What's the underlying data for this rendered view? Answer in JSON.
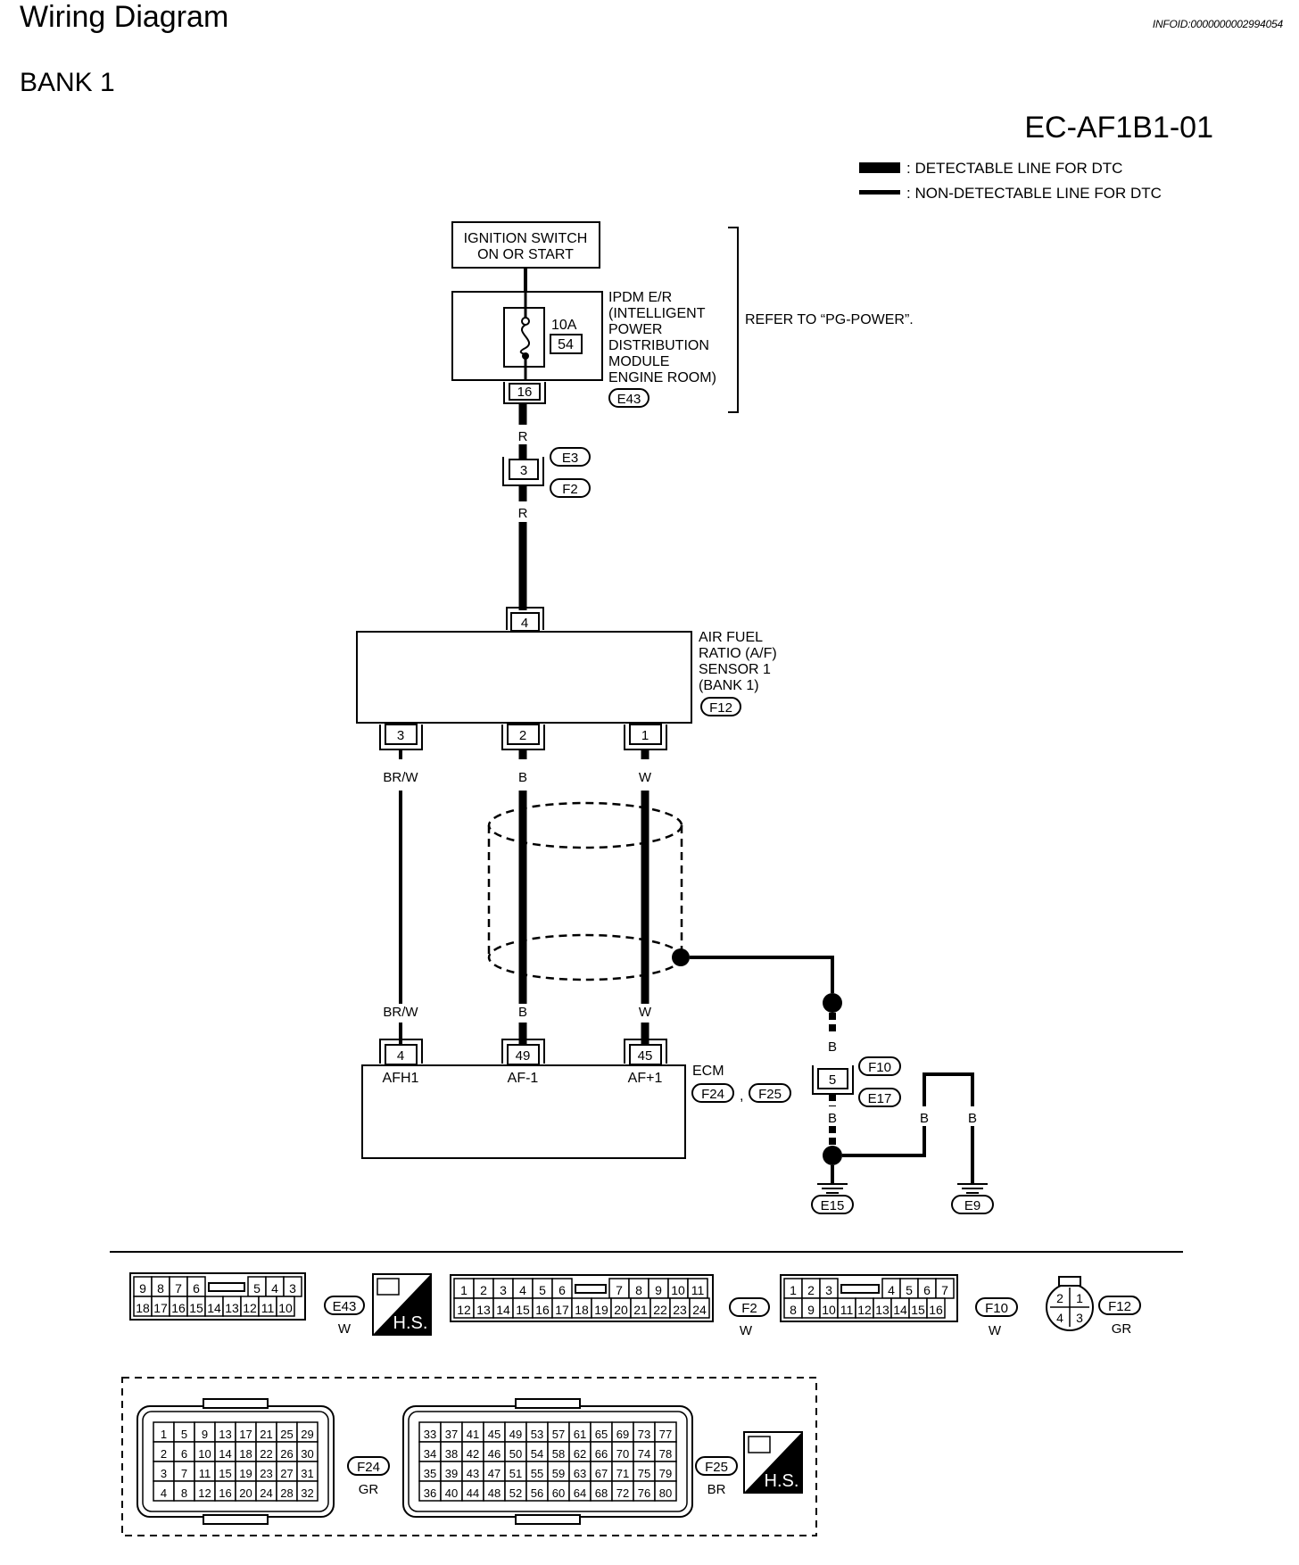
{
  "header": {
    "title": "Wiring Diagram",
    "info_id": "INFOID:0000000002994054",
    "subtitle": "BANK 1",
    "diagram_code": "EC-AF1B1-01"
  },
  "legend": {
    "detectable": ": DETECTABLE LINE FOR DTC",
    "non_detectable": ": NON-DETECTABLE LINE FOR DTC"
  },
  "ignition": {
    "line1": "IGNITION SWITCH",
    "line2": "ON OR START"
  },
  "ipdm": {
    "lines": [
      "IPDM E/R",
      "(INTELLIGENT",
      "POWER",
      "DISTRIBUTION",
      "MODULE",
      "ENGINE ROOM)"
    ],
    "fuse_amp": "10A",
    "fuse_no": "54",
    "terminal": "16",
    "connector": "E43",
    "refer": "REFER TO “PG-POWER”."
  },
  "joint_e3": {
    "terminal": "3",
    "conn_top": "E3",
    "conn_bottom": "F2"
  },
  "wire_colors": {
    "r": "R",
    "brw": "BR/W",
    "b": "B",
    "w": "W"
  },
  "sensor": {
    "lines": [
      "AIR FUEL",
      "RATIO (A/F)",
      "SENSOR 1",
      "(BANK 1)"
    ],
    "connector": "F12",
    "pin_top": "4",
    "pins": [
      "3",
      "2",
      "1"
    ]
  },
  "ecm": {
    "label": "ECM",
    "connectors": [
      "F24",
      "F25"
    ],
    "comma": ",",
    "pins": [
      "4",
      "49",
      "45"
    ],
    "pin_names": [
      "AFH1",
      "AF-1",
      "AF+1"
    ]
  },
  "ground": {
    "joint_terminal": "5",
    "conn_top": "F10",
    "conn_bottom": "E17",
    "ground1": "E15",
    "ground2": "E9"
  },
  "connectors": {
    "e43": {
      "top": [
        "9",
        "8",
        "7",
        "6",
        "5",
        "4",
        "3"
      ],
      "bottom": [
        "18",
        "17",
        "16",
        "15",
        "14",
        "13",
        "12",
        "11",
        "10"
      ],
      "id": "E43",
      "color": "W"
    },
    "f2": {
      "top": [
        "1",
        "2",
        "3",
        "4",
        "5",
        "6",
        "7",
        "8",
        "9",
        "10",
        "11"
      ],
      "bottom": [
        "12",
        "13",
        "14",
        "15",
        "16",
        "17",
        "18",
        "19",
        "20",
        "21",
        "22",
        "23",
        "24"
      ],
      "id": "F2",
      "color": "W"
    },
    "f10": {
      "top": [
        "1",
        "2",
        "3",
        "4",
        "5",
        "6",
        "7"
      ],
      "bottom": [
        "8",
        "9",
        "10",
        "11",
        "12",
        "13",
        "14",
        "15",
        "16"
      ],
      "id": "F10",
      "color": "W"
    },
    "f12": {
      "pins": [
        "2",
        "1",
        "4",
        "3"
      ],
      "id": "F12",
      "color": "GR"
    },
    "f24": {
      "id": "F24",
      "color": "GR",
      "rows": [
        [
          "1",
          "5",
          "9",
          "13",
          "17",
          "21",
          "25",
          "29"
        ],
        [
          "2",
          "6",
          "10",
          "14",
          "18",
          "22",
          "26",
          "30"
        ],
        [
          "3",
          "7",
          "11",
          "15",
          "19",
          "23",
          "27",
          "31"
        ],
        [
          "4",
          "8",
          "12",
          "16",
          "20",
          "24",
          "28",
          "32"
        ]
      ]
    },
    "f25": {
      "id": "F25",
      "color": "BR",
      "rows": [
        [
          "33",
          "37",
          "41",
          "45",
          "49",
          "53",
          "57",
          "61",
          "65",
          "69",
          "73",
          "77"
        ],
        [
          "34",
          "38",
          "42",
          "46",
          "50",
          "54",
          "58",
          "62",
          "66",
          "70",
          "74",
          "78"
        ],
        [
          "35",
          "39",
          "43",
          "47",
          "51",
          "55",
          "59",
          "63",
          "67",
          "71",
          "75",
          "79"
        ],
        [
          "36",
          "40",
          "44",
          "48",
          "52",
          "56",
          "60",
          "64",
          "68",
          "72",
          "76",
          "80"
        ]
      ]
    },
    "hs": "H.S."
  }
}
